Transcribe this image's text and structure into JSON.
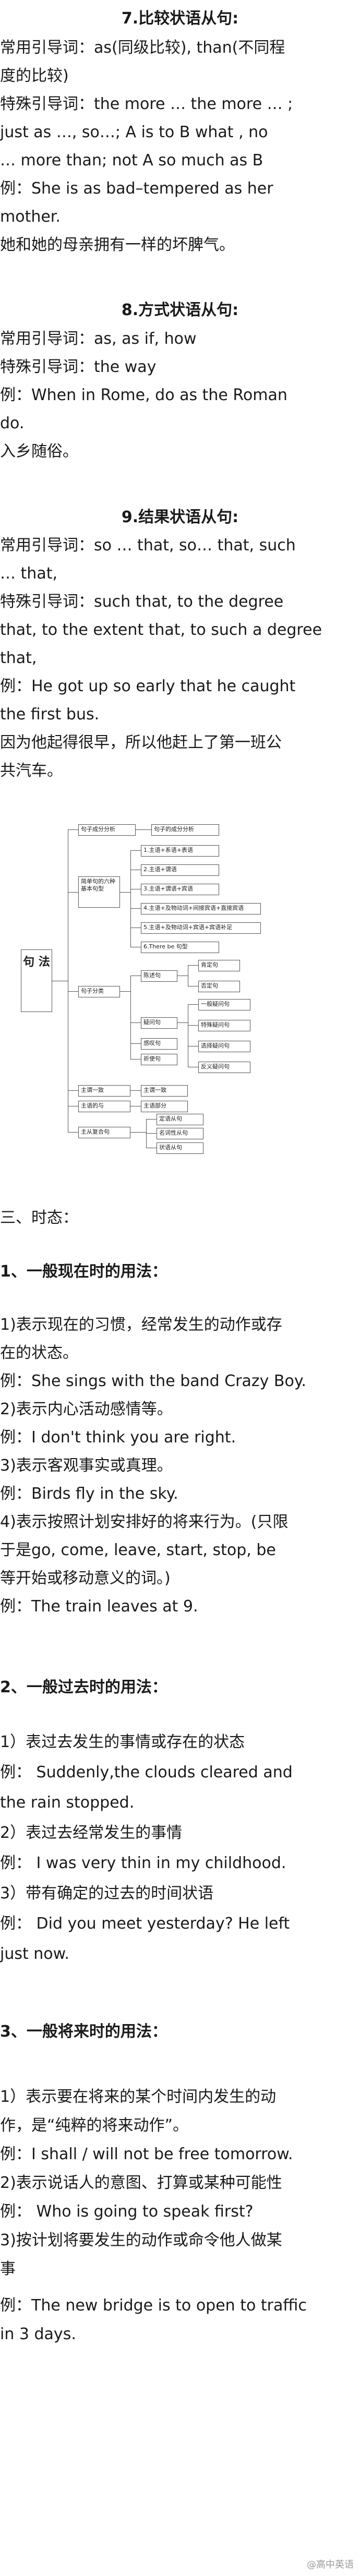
{
  "sec7": {
    "title": "7.比较状语从句:",
    "l1": "常用引导词：as(同级比较), than(不同程",
    "l2": "度的比较)",
    "l3": "特殊引导词：the more … the more … ;",
    "l4": "just as …,   so…; A is to B what  ,  no",
    "l5": "… more than; not A so much as B",
    "l6": "例：She is as bad–tempered as her",
    "l7": "mother.",
    "l8": "她和她的母亲拥有一样的坏脾气。"
  },
  "sec8": {
    "title": "8.方式状语从句:",
    "l1": "常用引导词：as, as if, how",
    "l2": "特殊引导词：the way",
    "l3": "例：When in Rome, do as the Roman",
    "l4": "do.",
    "l5": "入乡随俗。"
  },
  "sec9": {
    "title": "9.结果状语从句:",
    "l1": "常用引导词：so … that, so… that, such",
    "l2": "… that,",
    "l3": "特殊引导词：such that, to the degree",
    "l4": "that, to the extent that, to such a degree",
    "l5": "that,",
    "l6": "例：He got up so early that he caught",
    "l7": "the first bus.",
    "l8": "因为他起得很早，所以他赶上了第一班公",
    "l9": "共汽车。"
  },
  "diagram": {
    "root": "句 法",
    "a1": "句子成分分析",
    "a2": "句子的成分分析",
    "b1": "简单句的六种基本句型",
    "p1": "1.主语+系语+表语",
    "p2": "2.主语+谓语",
    "p3": "3.主语+谓语+宾语",
    "p4": "4.主语+及物动词+间接宾语+直接宾语",
    "p5": "5.主语+及物动词+宾语+宾语补足",
    "p6": "6.There be 句型",
    "c1": "句子分类",
    "d1": "陈述句",
    "d1a": "肯定句",
    "d1b": "否定句",
    "d2": "疑问句",
    "d2a": "一般疑问句",
    "d2b": "特殊疑问句",
    "d2c": "选择疑问句",
    "d2d": "反义疑问句",
    "d3": "感叹句",
    "d4": "祈使句",
    "e1": "主谓一致",
    "e1a": "主谓一致",
    "e2": "主语的与",
    "e2a": "主语部分",
    "f1": "主从复合句",
    "f1a": "定语从句",
    "f1b": "名词性从句",
    "f1c": "状语从句"
  },
  "tense": {
    "heading": "三、时态：",
    "s1": {
      "title": "1、一般现在时的用法：",
      "l1": "1)表示现在的习惯，经常发生的动作或存",
      "l2": "在的状态。",
      "l3": "例：She sings with the band Crazy Boy.",
      "l4": "2)表示内心活动感情等。",
      "l5": "例：I don't think you are right.",
      "l6": "3)表示客观事实或真理。",
      "l7": "例：Birds fly in the sky.",
      "l8": "4)表示按照计划安排好的将来行为。(只限",
      "l9": "于是go, come, leave, start, stop, be",
      "l10": "等开始或移动意义的词。)",
      "l11": "例：The train leaves at 9."
    },
    "s2": {
      "title": "2、一般过去时的用法：",
      "l1": "1）表过去发生的事情或存在的状态",
      "l2": "例：  Suddenly,the clouds cleared and",
      "l3": "the rain stopped.",
      "l4": "2）表过去经常发生的事情",
      "l5": "例：  I was very thin in my childhood.",
      "l6": "3）带有确定的过去的时间状语",
      "l7": "例：  Did you meet yesterday? He left",
      "l8": "just now."
    },
    "s3": {
      "title": "3、一般将来时的用法：",
      "l1": "1）表示要在将来的某个时间内发生的动",
      "l2": "作，是“纯粹的将来动作”。",
      "l3": "例：I shall / will not be free tomorrow.",
      "l4": "2)表示说话人的意图、打算或某种可能性",
      "l5": "例：  Who is going to speak first?",
      "l6": "3)按计划将要发生的动作或命令他人做某",
      "l7": "事",
      "l8": "例：The new bridge is to open to traffic",
      "l9": "in 3 days."
    }
  },
  "watermark": "@高中英语"
}
